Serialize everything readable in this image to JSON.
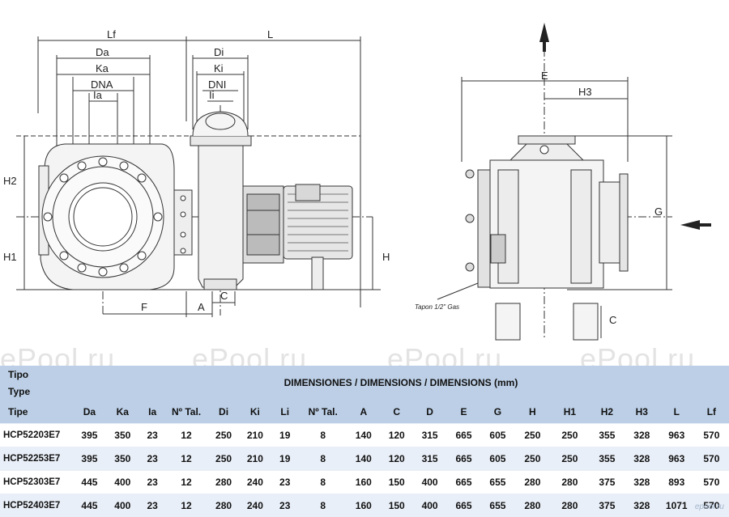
{
  "watermark": "ePool.ru",
  "corner_mark": "epool.ru",
  "drawing": {
    "front_labels": [
      "Lf",
      "L",
      "Da",
      "Ka",
      "DNA",
      "Ia",
      "Di",
      "Ki",
      "DNI",
      "Ii",
      "H2",
      "H1",
      "H",
      "F",
      "A",
      "C"
    ],
    "side_labels": [
      "E",
      "H3",
      "G",
      "C"
    ],
    "note": "Tapon 1/2\" Gas"
  },
  "table": {
    "tipo": "Tipo",
    "type": "Type",
    "tipe": "Tipe",
    "title": "DIMENSIONES / DIMENSIONS / DIMENSIONS (mm)",
    "columns": [
      "Da",
      "Ka",
      "Ia",
      "Nº Tal.",
      "Di",
      "Ki",
      "Li",
      "Nº Tal.",
      "A",
      "C",
      "D",
      "E",
      "G",
      "H",
      "H1",
      "H2",
      "H3",
      "L",
      "Lf"
    ],
    "rows": [
      [
        "HCP52203E7",
        "395",
        "350",
        "23",
        "12",
        "250",
        "210",
        "19",
        "8",
        "140",
        "120",
        "315",
        "665",
        "605",
        "250",
        "250",
        "355",
        "328",
        "963",
        "570"
      ],
      [
        "HCP52253E7",
        "395",
        "350",
        "23",
        "12",
        "250",
        "210",
        "19",
        "8",
        "140",
        "120",
        "315",
        "665",
        "605",
        "250",
        "250",
        "355",
        "328",
        "963",
        "570"
      ],
      [
        "HCP52303E7",
        "445",
        "400",
        "23",
        "12",
        "280",
        "240",
        "23",
        "8",
        "160",
        "150",
        "400",
        "665",
        "655",
        "280",
        "280",
        "375",
        "328",
        "893",
        "570"
      ],
      [
        "HCP52403E7",
        "445",
        "400",
        "23",
        "12",
        "280",
        "240",
        "23",
        "8",
        "160",
        "150",
        "400",
        "665",
        "655",
        "280",
        "280",
        "375",
        "328",
        "1071",
        "570"
      ]
    ]
  }
}
